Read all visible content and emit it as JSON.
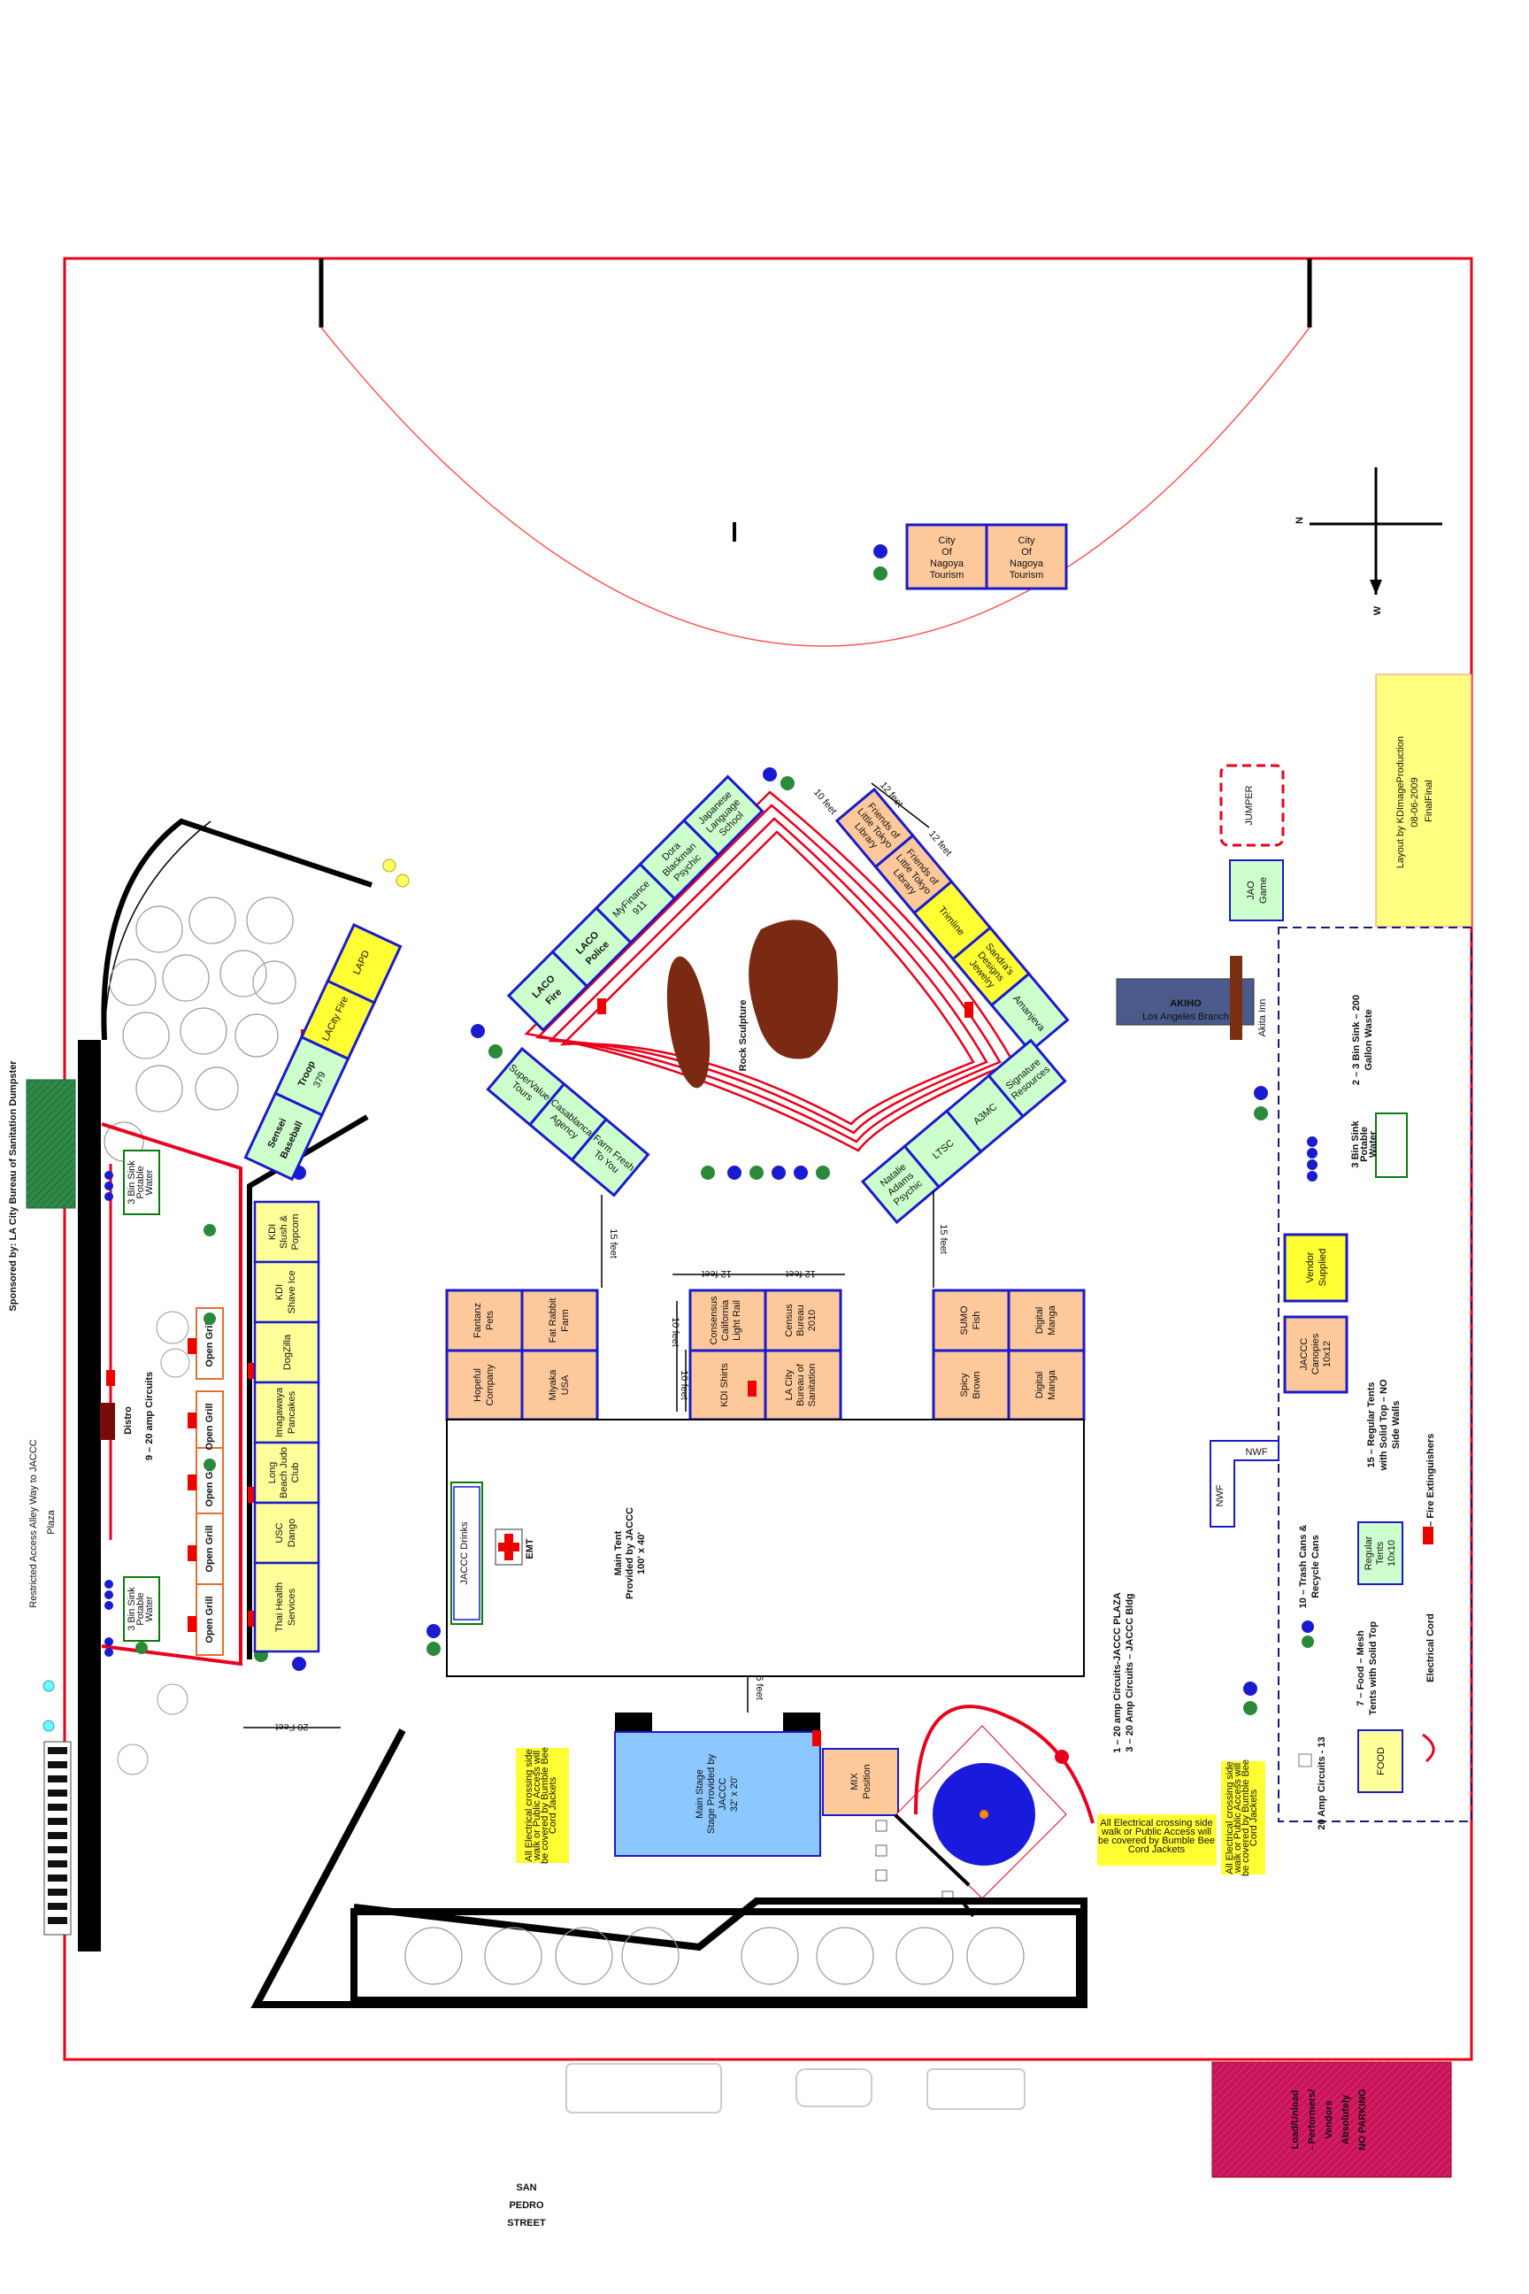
{
  "sponsor": "Sponsored by: LA City Bureau of Sanitation Dumpster",
  "alley": [
    "Restricted Access Alley Way to JACCC",
    "Plaza"
  ],
  "street": [
    "SAN",
    "PEDRO",
    "STREET"
  ],
  "layout_credit": [
    "Layout by KDImageProduction",
    "08-06-2009",
    "FinalFinal"
  ],
  "compass": {
    "n": "N",
    "w": "W"
  },
  "no_parking": [
    "Load/Unload",
    "- Performers/",
    "Vendors",
    "Absolutely",
    "NO PARKING"
  ],
  "colors": {
    "border": "#e8001c",
    "booth_orange": "#fdc99a",
    "booth_green": "#ccffcc",
    "booth_yellow": "#ffff33",
    "booth_edge": "#1a1acc",
    "stage": "#8cc8ff",
    "rock": "#7a2a12",
    "credit_box": "#ffff80",
    "parking": "#c8145a"
  },
  "rock_sculpture": "Rock Sculpture",
  "top_booths": [
    {
      "lines": [
        "City",
        "Of",
        "Nagoya",
        "Tourism"
      ]
    },
    {
      "lines": [
        "City",
        "Of",
        "Nagoya",
        "Tourism"
      ]
    }
  ],
  "arc_booths": [
    {
      "lines": [
        "LACO",
        "Fire"
      ]
    },
    {
      "lines": [
        "LACO",
        "Police"
      ]
    },
    {
      "lines": [
        "MyFinance",
        "911"
      ]
    },
    {
      "lines": [
        "Dora",
        "Blackman",
        "Psychic"
      ]
    },
    {
      "lines": [
        "Japanese",
        "Language",
        "School"
      ]
    },
    {
      "lines": [
        "Friends of",
        "Little Tokyo",
        "Library"
      ]
    },
    {
      "lines": [
        "Friends of",
        "Little Tokyo",
        "Library"
      ]
    },
    {
      "lines": [
        "Trimline"
      ]
    },
    {
      "lines": [
        "Sandra's",
        "Designs",
        "Jewelry"
      ]
    },
    {
      "lines": [
        "Amanjeva"
      ]
    },
    {
      "lines": [
        "Signature",
        "Resources"
      ]
    },
    {
      "lines": [
        "A3MC"
      ]
    },
    {
      "lines": [
        "LTSC"
      ]
    },
    {
      "lines": [
        "Natalie",
        "Adams",
        "Psychic"
      ]
    },
    {
      "lines": [
        "SuperValue",
        "Tours"
      ]
    },
    {
      "lines": [
        "Casablanca",
        "Agency"
      ]
    },
    {
      "lines": [
        "Farm Fresh",
        "To You"
      ]
    }
  ],
  "upper_left_booths": [
    {
      "lines": [
        "LAPD"
      ]
    },
    {
      "lines": [
        "LACity Fire"
      ]
    },
    {
      "lines": [
        "Troop",
        "379"
      ]
    },
    {
      "lines": [
        "Sensei",
        "Baseball"
      ]
    }
  ],
  "food_booths": [
    {
      "lines": [
        "KDI",
        "Slush &",
        "Popcorn"
      ]
    },
    {
      "lines": [
        "KDI",
        "Shave Ice"
      ]
    },
    {
      "lines": [
        "DogZilla"
      ]
    },
    {
      "lines": [
        "Imagawaya",
        "Pancakes"
      ]
    },
    {
      "lines": [
        "Long",
        "Beach Judo",
        "Club"
      ]
    },
    {
      "lines": [
        "USC",
        "Dango"
      ]
    },
    {
      "lines": [
        "Thai Health",
        "Services"
      ]
    }
  ],
  "grill_label": "Open Grill",
  "sink_label": [
    "3 Bin Sink",
    "Potable",
    "Water"
  ],
  "circuits_label": "9 – 20 amp Circuits",
  "distro": "Distro",
  "mid_booths": [
    {
      "lines": [
        "Fantanz",
        "Pets"
      ]
    },
    {
      "lines": [
        "Fat Rabbit",
        "Farm"
      ]
    },
    {
      "lines": [
        "Hopeful",
        "Company"
      ]
    },
    {
      "lines": [
        "Miyaka",
        "USA"
      ]
    },
    {
      "lines": [
        "Consensus",
        "California",
        "Light Rail"
      ]
    },
    {
      "lines": [
        "Census",
        "Bureau",
        "2010"
      ]
    },
    {
      "lines": [
        "KDI Shirts"
      ]
    },
    {
      "lines": [
        "LA City",
        "Bureau of",
        "Sanitation"
      ]
    },
    {
      "lines": [
        "SUMO",
        "Fish"
      ]
    },
    {
      "lines": [
        "Digital",
        "Manga"
      ]
    },
    {
      "lines": [
        "Spicy",
        "Brown"
      ]
    },
    {
      "lines": [
        "Digital",
        "Manga"
      ]
    }
  ],
  "main_tent": [
    "Main Tent",
    "Provided by JACCC",
    "100' x 40'"
  ],
  "jaccc_drinks": "JACCC Drinks",
  "emt": "EMT",
  "main_stage": [
    "Main Stage",
    "Stage Provided by",
    "JACCC",
    "32' x 20'"
  ],
  "mix": [
    "MIX",
    "Position"
  ],
  "measurements": {
    "ft15": "15 feet",
    "ft12": "12 feet",
    "ft10": "10 feet",
    "ft20": "20 Feet",
    "ft6": "6 feet"
  },
  "circuits_note": [
    "1 – 20 amp Circuits-JACCC PLAZA",
    "3 – 20 Amp Circuits – JACCC Bldg"
  ],
  "crossing_note": [
    "All Electrical crossing side",
    "walk or Public Access will",
    "be covered by Bumble Bee",
    "Cord Jackets"
  ],
  "right_area": {
    "jumper": "JUMPER",
    "jao_game": [
      "JAO",
      "Game"
    ],
    "akiho": [
      "AKIHO",
      "Los Angeles Branch"
    ],
    "akita_inn": "Akita Inn",
    "vendor_supplied": [
      "Vendor",
      "Supplied"
    ],
    "jaccc_canopies": [
      "JACCC",
      "Canopies",
      "10x12"
    ],
    "nwf": "NWF",
    "regular_tents": [
      "Regular",
      "Tents",
      "10x10"
    ],
    "food": "FOOD"
  },
  "legend": [
    [
      "2 – 3 Bin Sink – 200",
      "Gallon Waste"
    ],
    [
      "15 – Regular Tents",
      "with Solid Top – NO",
      "Side Walls"
    ],
    [
      "17 – Fire Extinguishers"
    ],
    [
      "10 – Trash Cans &",
      "Recycle Cans"
    ],
    [
      "7 – Food – Mesh",
      "Tents with Solid Top"
    ],
    [
      "Electrical Cord"
    ],
    [
      "20 Amp Circuits - 13"
    ]
  ]
}
